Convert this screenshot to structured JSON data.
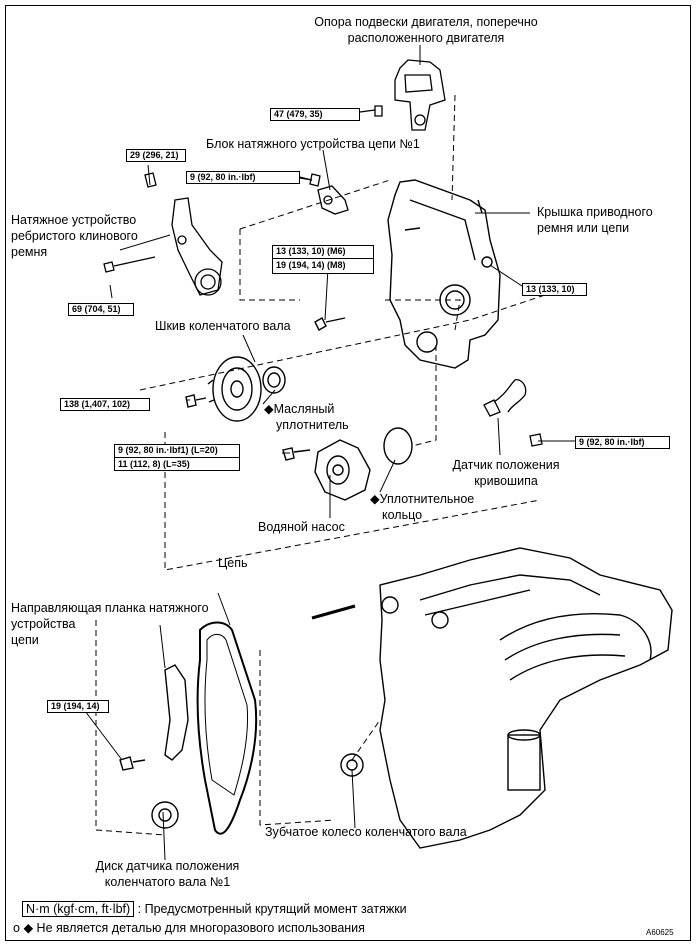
{
  "labels": {
    "engine_mount": [
      "Опора подвески двигателя, поперечно",
      "расположенного двигателя"
    ],
    "chain_tensioner_no1": "Блок натяжного устройства цепи №1",
    "v_belt_tensioner": [
      "Натяжное устройство",
      "ребристого клинового",
      "ремня"
    ],
    "timing_cover": [
      "Крышка приводного",
      "ремня или цепи"
    ],
    "crank_pulley": "Шкив коленчатого вала",
    "oil_seal": [
      "Масляный",
      "уплотнитель"
    ],
    "crank_sensor": [
      "Датчик положения",
      "кривошипа"
    ],
    "o_ring": [
      "Уплотнительное",
      "кольцо"
    ],
    "water_pump": "Водяной насос",
    "chain": "Цепь",
    "tensioner_slipper": [
      "Направляющая планка натяжного",
      "устройства",
      "цепи"
    ],
    "crank_gear": "Зубчатое колесо коленчатого вала",
    "crank_sensor_plate": [
      "Диск датчика положения",
      "коленчатого вала №1"
    ]
  },
  "torques": {
    "mount_bolt": "47 (479, 35)",
    "tensioner_bolt_top": "29 (296, 21)",
    "chain_tensioner_nut": "9 (92, 80 in.·lbf)",
    "cover_m6": "13 (133, 10) (M6)",
    "cover_m8": "19 (194, 14) (M8)",
    "cover_right": "13 (133, 10)",
    "belt_tensioner_bolt": "69 (704, 51)",
    "crank_pulley_bolt": "138 (1,407, 102)",
    "sensor_bolt": "9 (92, 80 in.·lbf)",
    "pump_bolt_l20": "9 (92, 80 in.·lbf1) (L=20)",
    "pump_bolt_l35": "11 (112, 8) (L=35)",
    "slipper_bolt": "19 (194, 14)"
  },
  "legend": {
    "unit_box": "N·m (kgf·cm, ft·lbf)",
    "unit_text": ": Предусмотренный крутящий момент затяжки",
    "marker": "◆",
    "reuse_prefix": "o",
    "reuse_text": " Не является деталью для многоразового использования"
  },
  "figure_code": "A60625"
}
